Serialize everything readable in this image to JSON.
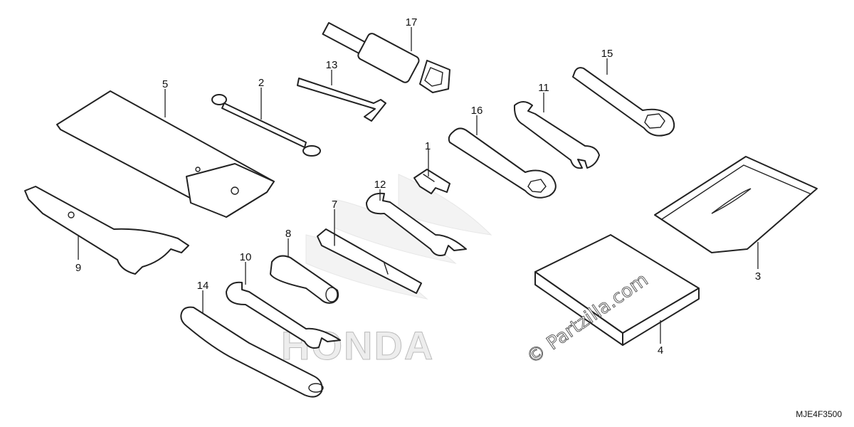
{
  "diagram": {
    "part_labels": [
      "1",
      "2",
      "3",
      "4",
      "5",
      "7",
      "8",
      "9",
      "10",
      "11",
      "12",
      "13",
      "14",
      "15",
      "16",
      "17"
    ],
    "watermark": "© Partzilla.com",
    "brand_mark": "HONDA",
    "diagram_code": "MJE4F3500"
  }
}
